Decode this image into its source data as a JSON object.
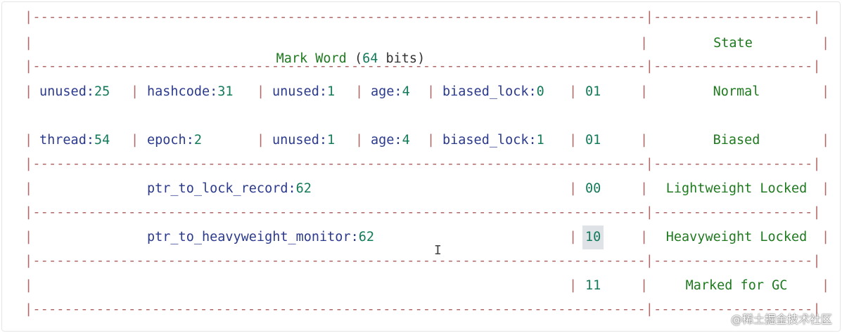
{
  "dash_line": "|-----------------------------------------------------------------------------|--------------------|",
  "header": {
    "mark_word": "Mark Word",
    "bits_open": "(",
    "bits_num": "64",
    "bits_rest": "bits)",
    "state": "State"
  },
  "rows": {
    "normal": {
      "f1_key": "unused:",
      "f1_num": "25",
      "f2_key": "hashcode:",
      "f2_num": "31",
      "f3_key": "unused:",
      "f3_num": "1",
      "f4_key": "age:",
      "f4_num": "4",
      "f5_key": "biased_lock:",
      "f5_num": "0",
      "bits": "01",
      "state": "Normal"
    },
    "biased": {
      "f1_key": "thread:",
      "f1_num": "54",
      "f2_key": "epoch:",
      "f2_num": "2",
      "f3_key": "unused:",
      "f3_num": "1",
      "f4_key": "age:",
      "f4_num": "4",
      "f5_key": "biased_lock:",
      "f5_num": "1",
      "bits": "01",
      "state": "Biased"
    },
    "lightweight": {
      "f_key": "ptr_to_lock_record:",
      "f_num": "62",
      "bits": "00",
      "state": "Lightweight Locked"
    },
    "heavyweight": {
      "f_key": "ptr_to_heavyweight_monitor:",
      "f_num": "62",
      "bits": "10",
      "state": "Heavyweight Locked"
    },
    "gc": {
      "bits": "11",
      "state": "Marked for GC"
    }
  },
  "pipe": "|",
  "cursor_glyph": "I",
  "watermark": "@稀土掘金技术社区"
}
